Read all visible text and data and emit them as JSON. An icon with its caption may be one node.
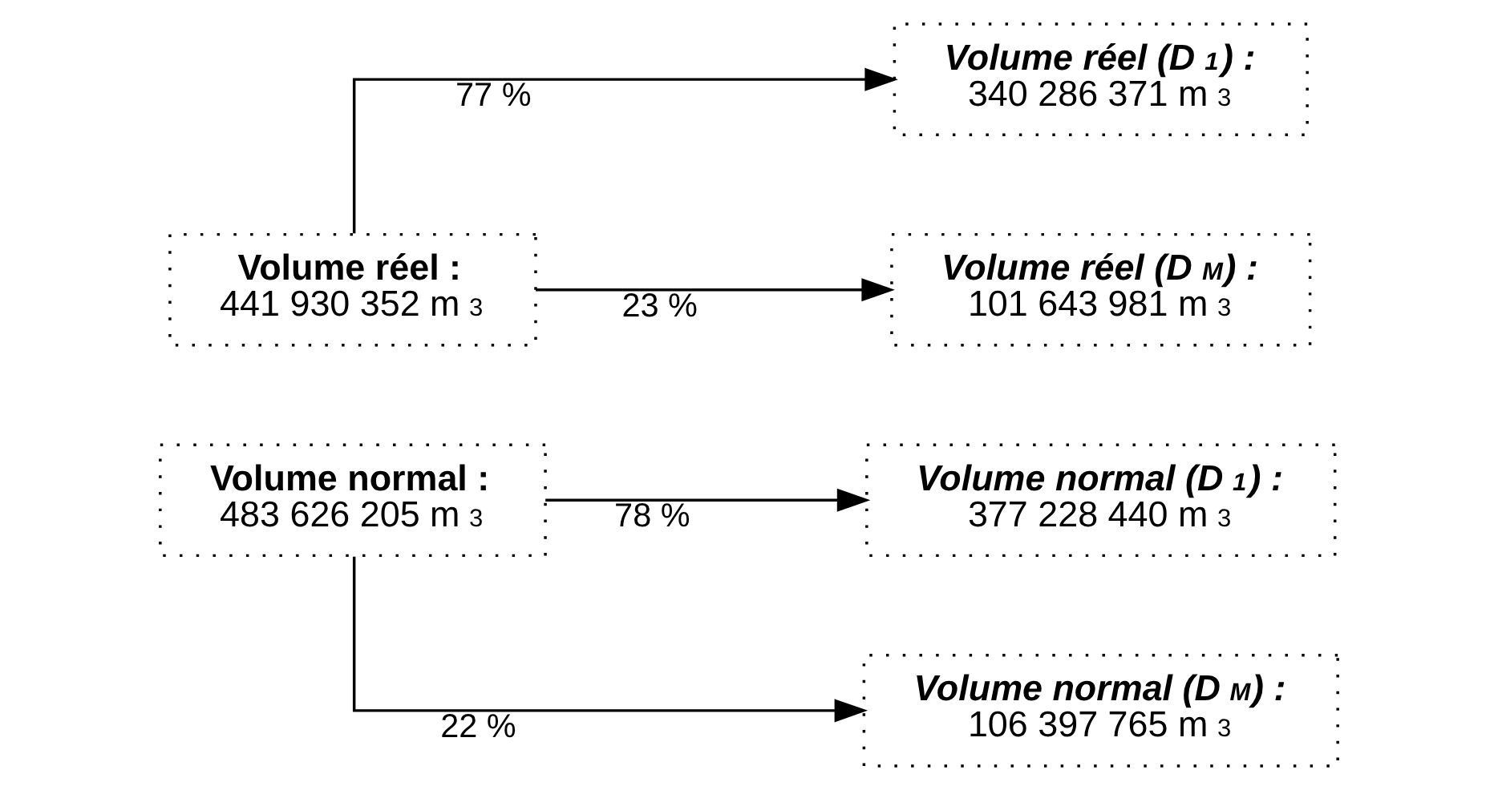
{
  "diagram": {
    "nodes": [
      {
        "text": [
          "Volume réel :",
          "441 930 352 m$^{3}$"
        ]
      },
      {
        "text": [
          "Volume réel (D$_{1}$) :",
          "340 286 371 m$^{3}$"
        ]
      },
      {
        "text": [
          "Volume réel (D$_{M}$) :",
          "101 643 981 m$^{3}$"
        ]
      },
      {
        "text": [
          "Volume normal :",
          "483 626 205 m$^{3}$"
        ]
      },
      {
        "text": [
          "Volume normal (D$_{1}$) :",
          "377 228 440 m$^{3}$"
        ]
      },
      {
        "text": [
          "Volume normal (D$_{M}$) :",
          "106 397 765 m$^{3}$"
        ]
      }
    ],
    "edges": [
      {
        "from": 0,
        "to": 1,
        "arrow": "to",
        "label": "77 %"
      },
      {
        "from": 0,
        "to": 2,
        "arrow": "to",
        "label": "23 %"
      },
      {
        "from": 3,
        "to": 4,
        "arrow": "to",
        "label": "78 %"
      },
      {
        "from": 3,
        "to": 5,
        "arrow": "to",
        "label": "22 %"
      }
    ]
  }
}
